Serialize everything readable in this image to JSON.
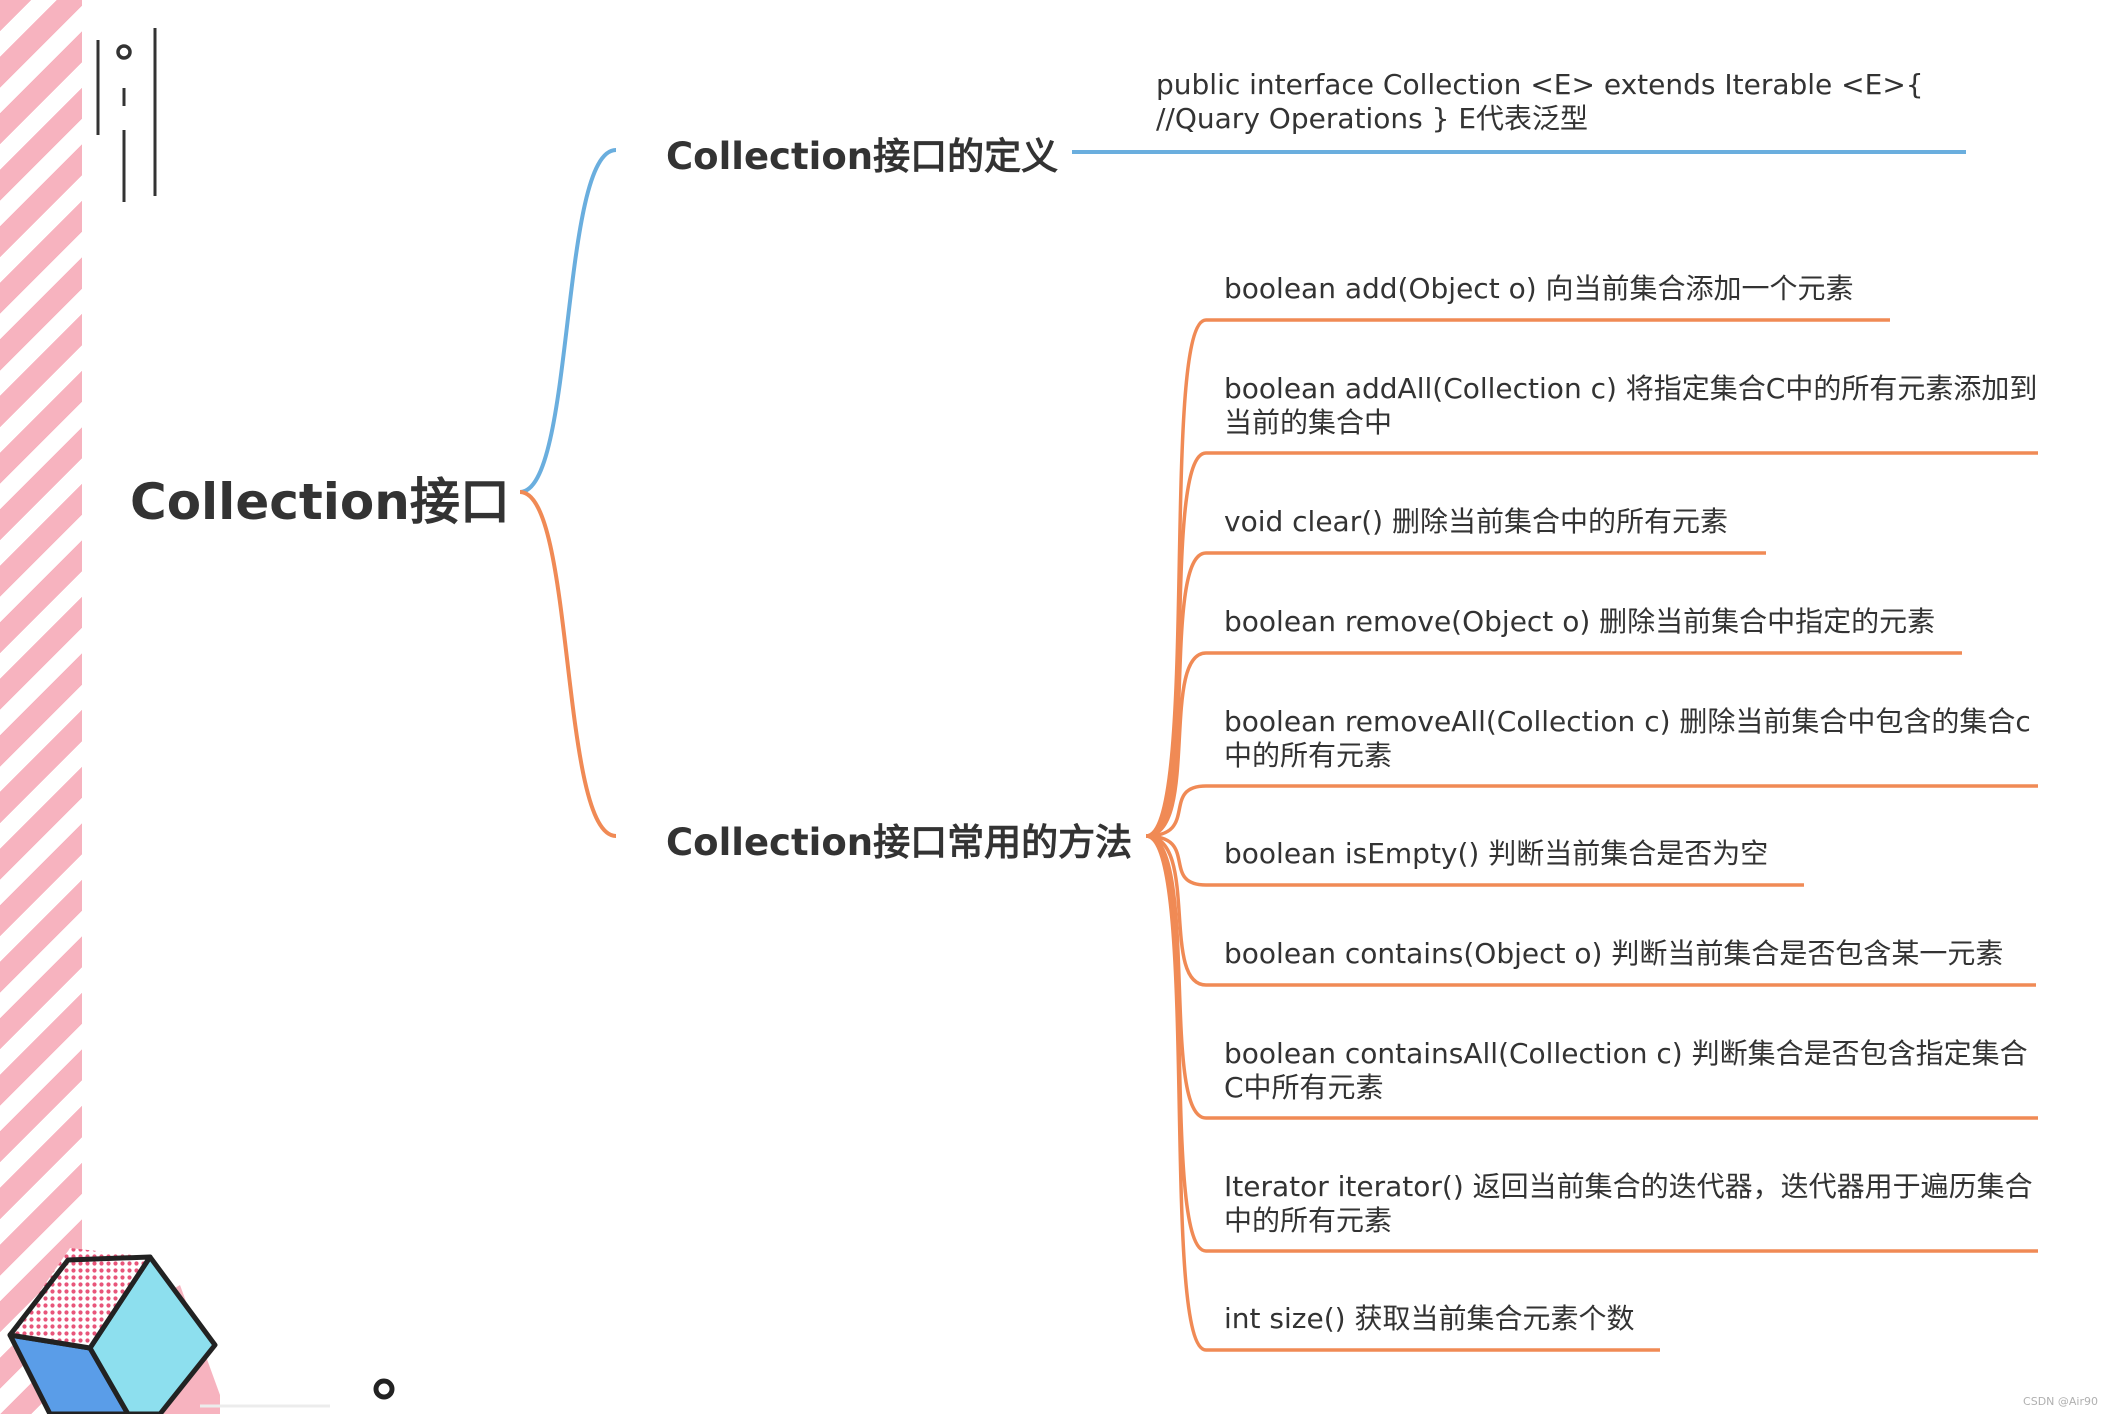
{
  "root": {
    "label": "Collection接口"
  },
  "definition": {
    "label": "Collection接口的定义",
    "lines": [
      "public  interface Collection <E> extends Iterable <E>{",
      " //Quary Operations }  E代表泛型"
    ]
  },
  "methods": {
    "label": "Collection接口常用的方法",
    "items": [
      "boolean add(Object  o) 向当前集合添加一个元素",
      "boolean addAll(Collection c)   将指定集合C中的所有元素添加到当前的集合中",
      "void clear()   删除当前集合中的所有元素",
      "boolean remove(Object o) 删除当前集合中指定的元素",
      "boolean removeAll(Collection c)  删除当前集合中包含的集合c中的所有元素",
      "boolean isEmpty()   判断当前集合是否为空",
      "boolean  contains(Object o) 判断当前集合是否包含某一元素",
      "boolean containsAll(Collection c)  判断集合是否包含指定集合C中所有元素",
      "Iterator iterator() 返回当前集合的迭代器，迭代器用于遍历集合中的所有元素",
      "int size()  获取当前集合元素个数"
    ]
  },
  "watermark": "CSDN @Air90",
  "colors": {
    "definition_branch": "#6aaede",
    "methods_branch": "#f08a55",
    "stripe": "#f7b3bf",
    "cube_left": "#5a9de8",
    "cube_right": "#8ddfee",
    "cube_top": "#f5a6be",
    "outline": "#222222"
  }
}
